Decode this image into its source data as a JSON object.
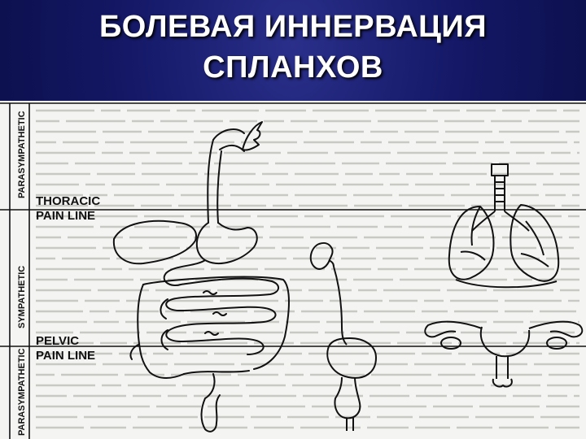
{
  "title": {
    "line1": "БОЛЕВАЯ ИННЕРВАЦИЯ",
    "line2": "СПЛАНХОВ"
  },
  "figure": {
    "side_labels": {
      "top": "PARASYMPATHETIC",
      "middle": "SYMPATHETIC",
      "bottom": "PARASYMPATHETIC"
    },
    "thoracic_line": {
      "line1": "THORACIC",
      "line2": "PAIN LINE"
    },
    "pelvic_line": {
      "line1": "PELVIC",
      "line2": "PAIN LINE"
    },
    "organs": [
      "esophagus-stomach-intestines",
      "kidney-ureter-bladder",
      "lungs-trachea",
      "uterus-tubes"
    ]
  },
  "colors": {
    "background": "#0b0f4a",
    "title_text": "#ffffff",
    "figure_paper": "#f4f4f2",
    "ink": "#111111"
  }
}
